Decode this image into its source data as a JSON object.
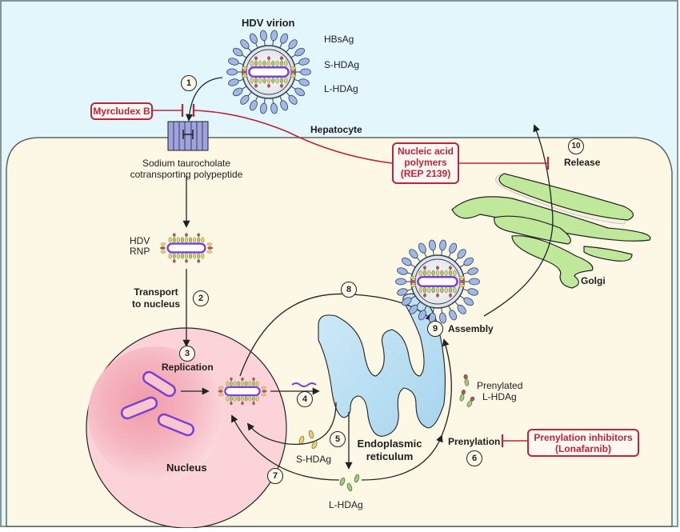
{
  "diagram": {
    "title": "HDV virion",
    "cell_label": "Hepatocyte",
    "colors": {
      "extracellular": "#e2f6fc",
      "cytoplasm": "#fdf7e6",
      "nucleus": "#f7c9cf",
      "nucleus_core": "#f2a3b0",
      "er": "#b9e0f3",
      "golgi": "#bfe89a",
      "inhibitor": "#b8253d",
      "receptor": "#9ea3df",
      "rna": "#7a3fd6",
      "hbsag": "#9fb8e8",
      "shdag": "#e9d27a",
      "lhdag": "#9ad07b",
      "prenyl": "#c0504d"
    },
    "virion_labels": {
      "hbsag": "HBsAg",
      "shdag": "S-HDAg",
      "lhdag": "L-HDAg"
    },
    "receptor_label_line1": "Sodium taurocholate",
    "receptor_label_line2": "cotransporting polypeptide",
    "rnp_label_line1": "HDV",
    "rnp_label_line2": "RNP",
    "transport_label_line1": "Transport",
    "transport_label_line2": "to nucleus",
    "replication_label": "Replication",
    "nucleus_label": "Nucleus",
    "er_label_line1": "Endoplasmic",
    "er_label_line2": "reticulum",
    "shdag_label": "S-HDAg",
    "lhdag_label": "L-HDAg",
    "prenylated_line1": "Prenylated",
    "prenylated_line2": "L-HDAg",
    "prenylation_label": "Prenylation",
    "assembly_label": "Assembly",
    "release_label": "Release",
    "golgi_label": "Golgi",
    "steps": [
      "1",
      "2",
      "3",
      "4",
      "5",
      "6",
      "7",
      "8",
      "9",
      "10"
    ],
    "inhibitors": {
      "myrcludex": "Myrcludex B",
      "nap_line1": "Nucleic acid",
      "nap_line2": "polymers",
      "nap_line3": "(REP 2139)",
      "prenyl_line1": "Prenylation inhibitors",
      "prenyl_line2": "(Lonafarnib)"
    }
  }
}
